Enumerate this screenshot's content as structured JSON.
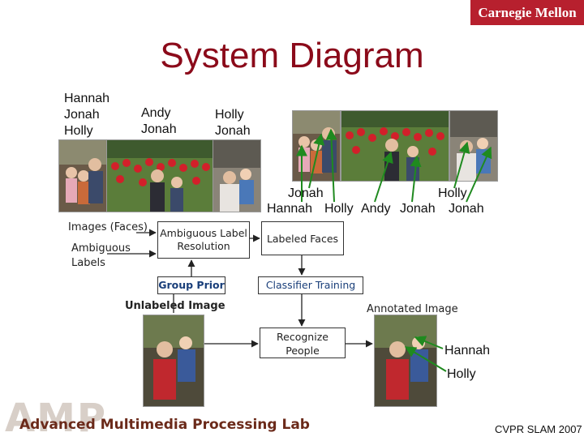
{
  "brand": "Carnegie Mellon",
  "title": "System Diagram",
  "photo_sets": [
    {
      "names": [
        "Hannah",
        "Jonah",
        "Holly"
      ]
    },
    {
      "names": [
        "Andy",
        "Jonah"
      ]
    },
    {
      "names": [
        "Holly",
        "Jonah"
      ]
    }
  ],
  "face_labels": {
    "top_row": [
      "Jonah",
      "Holly"
    ],
    "bottom_row": [
      "Hannah",
      "Holly",
      "Andy",
      "Jonah",
      "Jonah"
    ]
  },
  "inputs": {
    "images": "Images (Faces)",
    "ambiguous_labels": [
      "Ambiguous",
      "Labels"
    ]
  },
  "boxes": {
    "ambiguous_label_resolution": [
      "Ambiguous Label",
      "Resolution"
    ],
    "labeled_faces": "Labeled Faces",
    "group_prior": "Group Prior",
    "classifier_training": "Classifier Training",
    "recognize_people": [
      "Recognize",
      "People"
    ]
  },
  "captions": {
    "unlabeled_image": "Unlabeled Image",
    "annotated_image": "Annotated Image"
  },
  "result_labels": [
    "Hannah",
    "Holly"
  ],
  "footer": {
    "logo_letters": "AMP",
    "lab_name": "Advanced Multimedia Processing Lab",
    "credit": "CVPR SLAM 2007"
  },
  "colors": {
    "brand_red": "#b7202e",
    "title": "#8b0a1a",
    "arrow_green": "#1f8a1f",
    "box_text_blue": "#1a3f7a"
  }
}
